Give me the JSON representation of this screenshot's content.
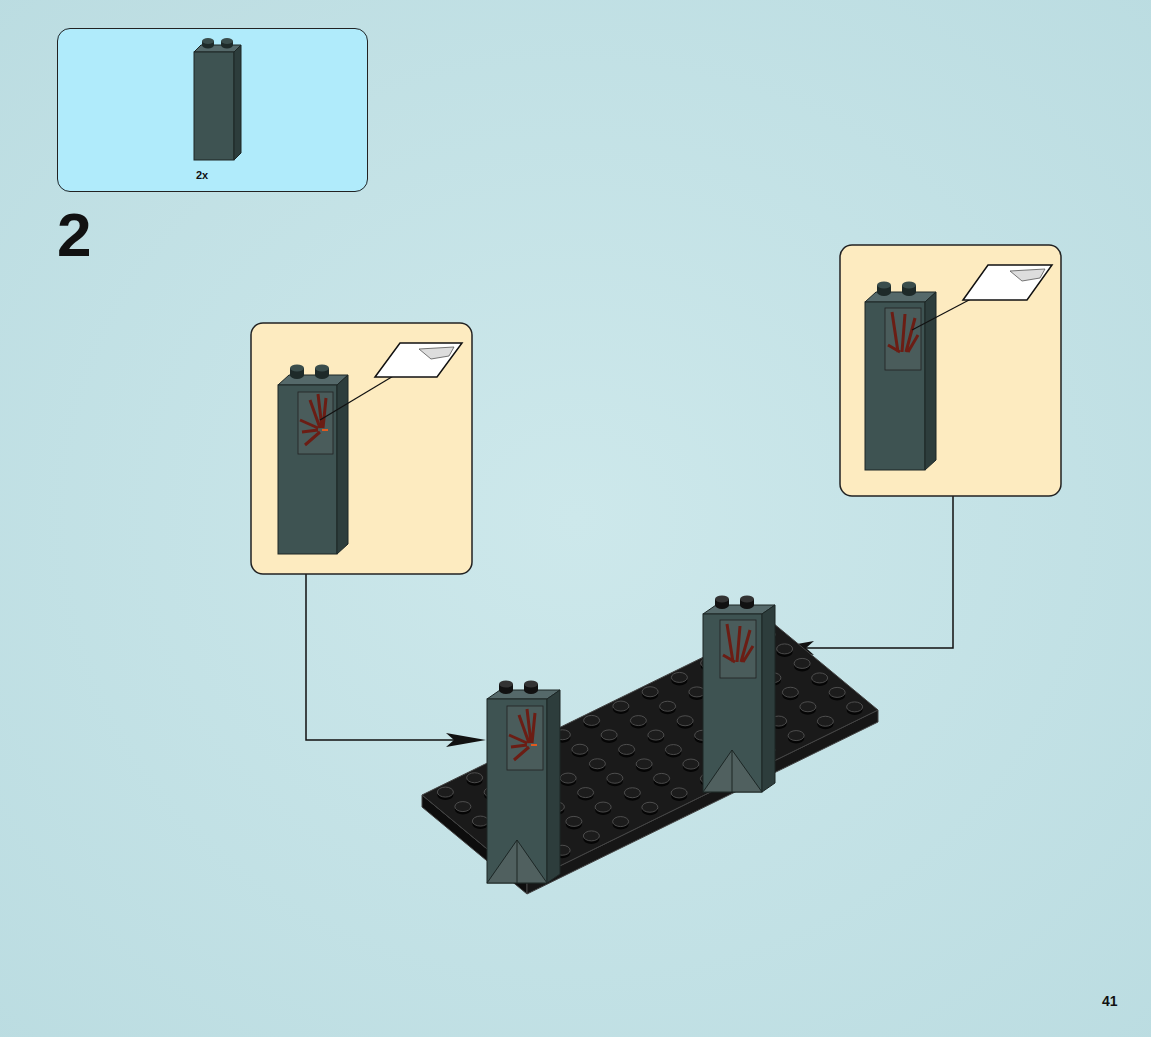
{
  "diagram": {
    "nodes": [
      {
        "text": [
          "2x"
        ]
      }
    ],
    "labels": [
      "2",
      "41"
    ]
  }
}
